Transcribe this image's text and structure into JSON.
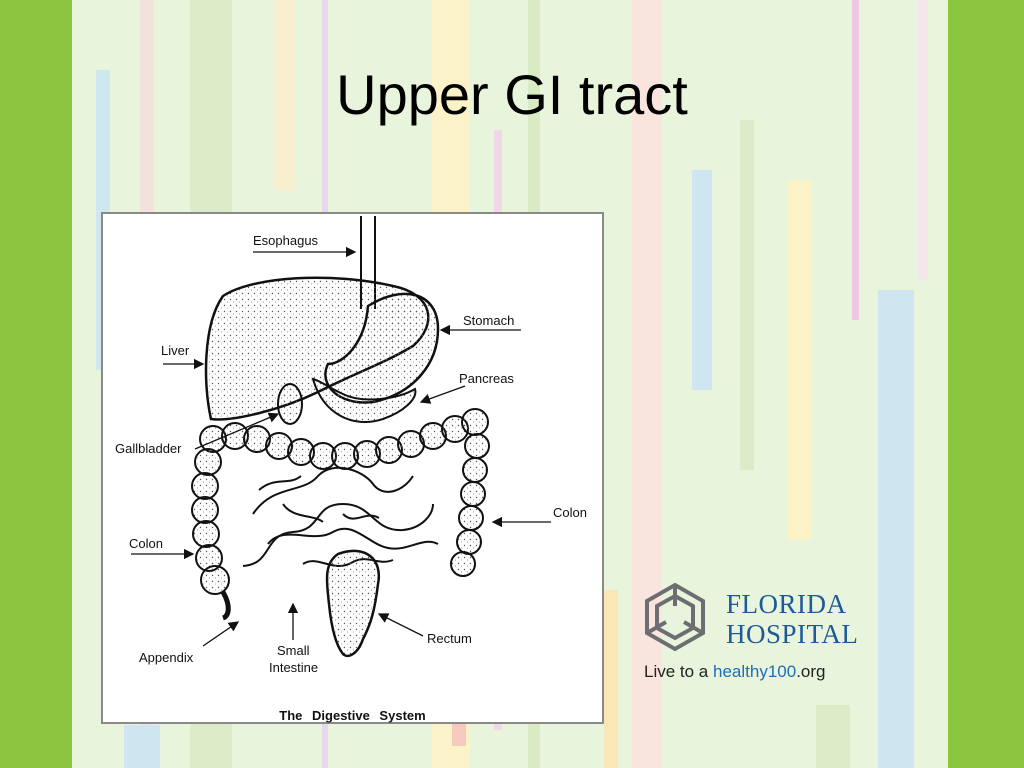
{
  "slide": {
    "title": "Upper GI tract"
  },
  "diagram": {
    "labels": {
      "esophagus": "Esophagus",
      "stomach": "Stomach",
      "liver": "Liver",
      "pancreas": "Pancreas",
      "gallbladder": "Gallbladder",
      "colon_right": "Colon",
      "colon_left": "Colon",
      "rectum": "Rectum",
      "appendix": "Appendix",
      "small_intestine_1": "Small",
      "small_intestine_2": "Intestine"
    },
    "caption": "The Digestive System"
  },
  "logo": {
    "name_line1": "FLORIDA",
    "name_line2": "HOSPITAL",
    "tagline_prefix": "Live to a ",
    "tagline_brand": "healthy100",
    "tagline_suffix": ".org",
    "colors": {
      "brand": "#1d5a9a",
      "emblem": "#6d6e71"
    }
  },
  "theme": {
    "border_green": "#8cc63f",
    "background": "#e9f4dc"
  }
}
